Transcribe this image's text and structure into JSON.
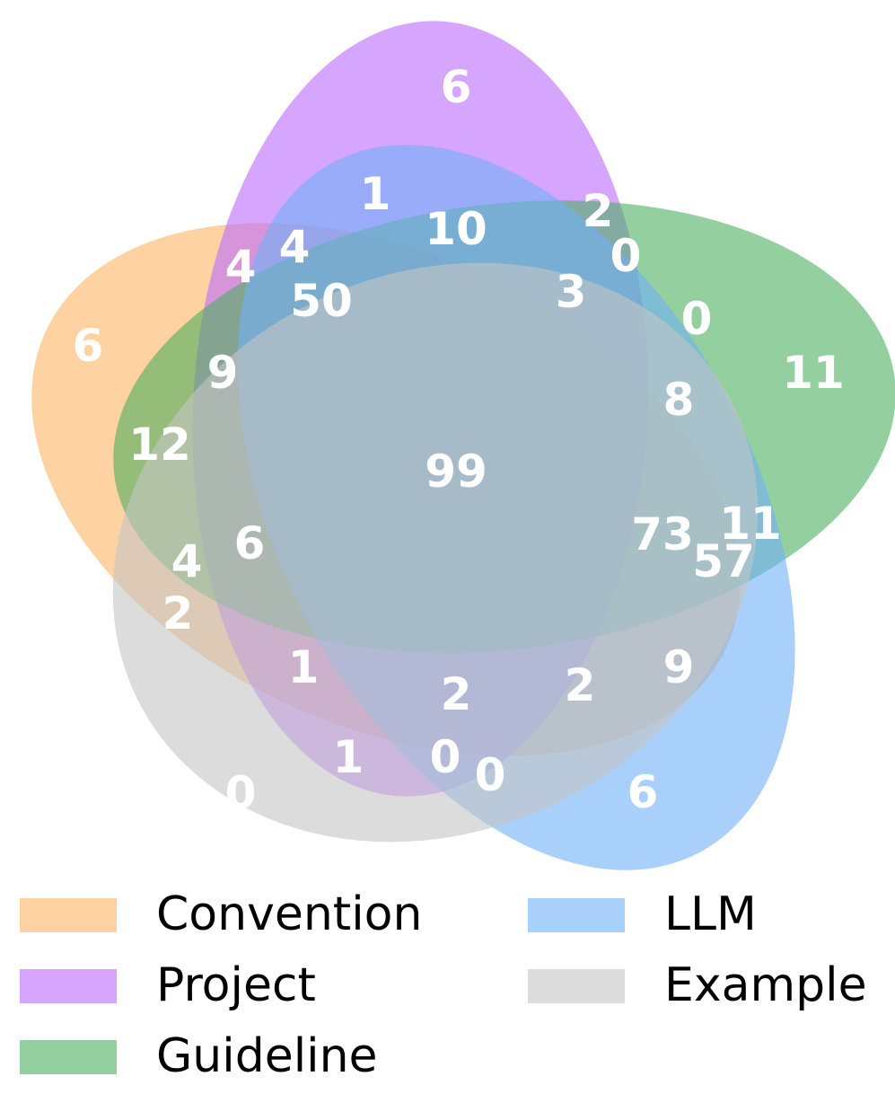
{
  "sets": [
    {
      "key": "convention",
      "name": "Convention",
      "color": "#fdb462"
    },
    {
      "key": "project",
      "name": "Project",
      "color": "#bb6bff"
    },
    {
      "key": "guideline",
      "name": "Guideline",
      "color": "#4daf61"
    },
    {
      "key": "llm",
      "name": "LLM",
      "color": "#6fb0f7"
    },
    {
      "key": "example",
      "name": "Example",
      "color": "#c4c4c4"
    }
  ],
  "regions": [
    {
      "sets": [
        "convention"
      ],
      "count": "6"
    },
    {
      "sets": [
        "project"
      ],
      "count": "6"
    },
    {
      "sets": [
        "guideline"
      ],
      "count": "11"
    },
    {
      "sets": [
        "llm"
      ],
      "count": "6"
    },
    {
      "sets": [
        "example"
      ],
      "count": "0"
    },
    {
      "sets": [
        "project",
        "llm"
      ],
      "count": "1"
    },
    {
      "sets": [
        "project",
        "guideline",
        "llm"
      ],
      "count": "10"
    },
    {
      "sets": [
        "project",
        "guideline"
      ],
      "count": "2"
    },
    {
      "sets": [
        "project",
        "guideline",
        "example"
      ],
      "count": "0"
    },
    {
      "sets": [
        "project",
        "guideline",
        "llm",
        "example"
      ],
      "count": "3"
    },
    {
      "sets": [
        "guideline",
        "example"
      ],
      "count": "0"
    },
    {
      "sets": [
        "guideline",
        "llm",
        "example"
      ],
      "count": "8"
    },
    {
      "sets": [
        "convention",
        "project"
      ],
      "count": "4"
    },
    {
      "sets": [
        "convention",
        "project",
        "llm"
      ],
      "count": "4"
    },
    {
      "sets": [
        "convention",
        "project",
        "guideline",
        "llm"
      ],
      "count": "50"
    },
    {
      "sets": [
        "convention",
        "project",
        "guideline"
      ],
      "count": "9"
    },
    {
      "sets": [
        "convention",
        "guideline"
      ],
      "count": "12"
    },
    {
      "sets": [
        "convention",
        "project",
        "guideline",
        "llm",
        "example"
      ],
      "count": "99"
    },
    {
      "sets": [
        "convention",
        "project",
        "guideline",
        "example"
      ],
      "count": "6"
    },
    {
      "sets": [
        "convention",
        "guideline",
        "example"
      ],
      "count": "4"
    },
    {
      "sets": [
        "convention",
        "example"
      ],
      "count": "2"
    },
    {
      "sets": [
        "convention",
        "guideline",
        "llm",
        "example"
      ],
      "count": "73"
    },
    {
      "sets": [
        "guideline",
        "llm"
      ],
      "count": "11"
    },
    {
      "sets": [
        "convention",
        "guideline",
        "llm"
      ],
      "count": "57"
    },
    {
      "sets": [
        "llm",
        "example"
      ],
      "count": "9"
    },
    {
      "sets": [
        "convention",
        "llm",
        "example"
      ],
      "count": "2"
    },
    {
      "sets": [
        "convention",
        "project",
        "llm",
        "example"
      ],
      "count": "2"
    },
    {
      "sets": [
        "convention",
        "project",
        "example"
      ],
      "count": "1"
    },
    {
      "sets": [
        "project",
        "example"
      ],
      "count": "1"
    },
    {
      "sets": [
        "project",
        "llm",
        "example"
      ],
      "count": "0"
    },
    {
      "sets": [
        "convention",
        "llm"
      ],
      "count": "0"
    }
  ]
}
